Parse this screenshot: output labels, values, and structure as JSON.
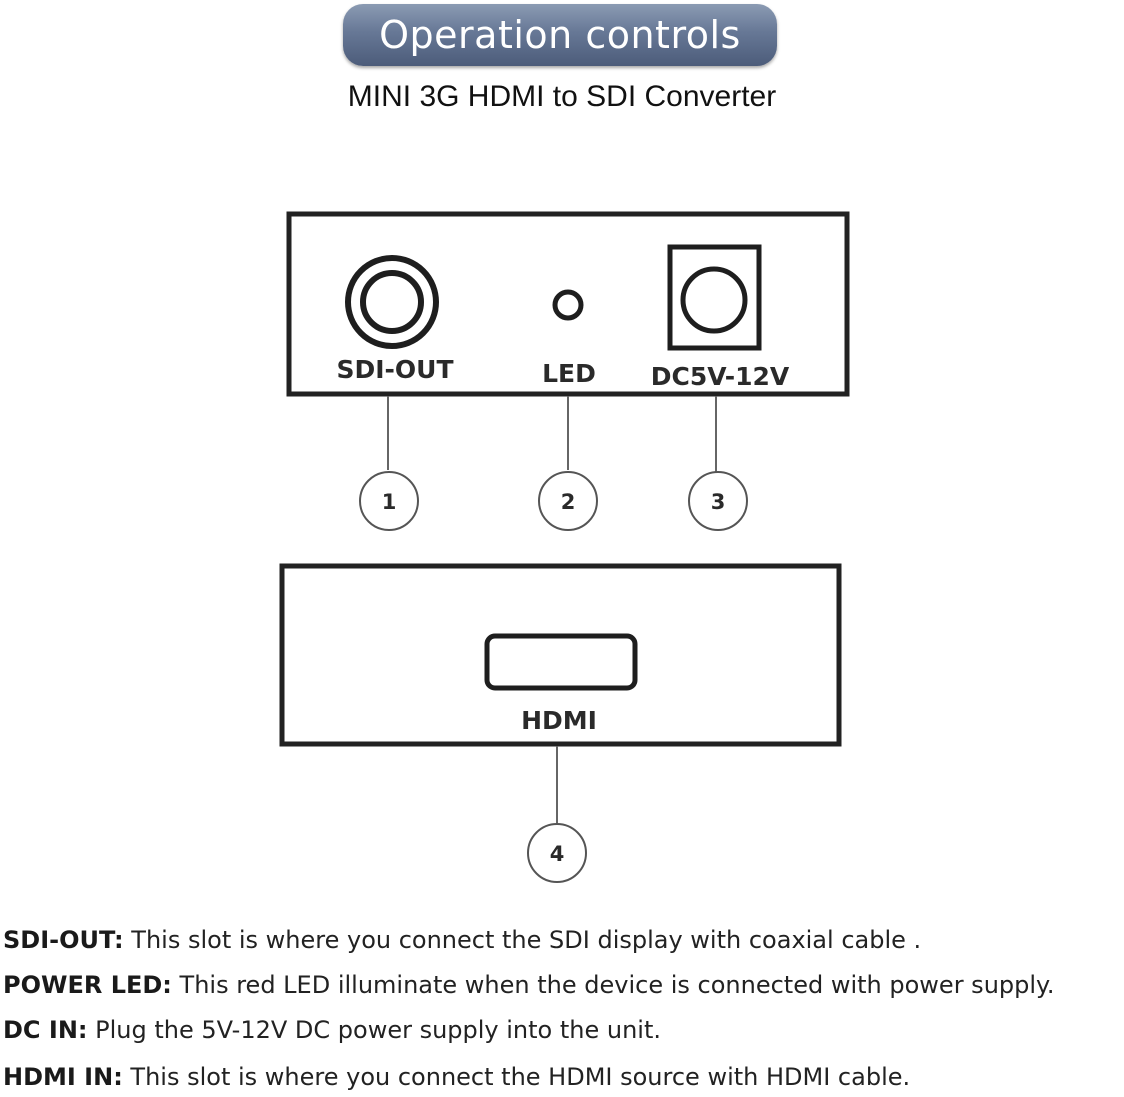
{
  "header": {
    "title": "Operation controls",
    "subtitle": "MINI 3G HDMI to SDI Converter"
  },
  "top_panel": {
    "labels": {
      "sdi": "SDI-OUT",
      "led": "LED",
      "dc": "DC5V-12V"
    },
    "callouts": [
      "1",
      "2",
      "3"
    ]
  },
  "bottom_panel": {
    "labels": {
      "hdmi": "HDMI"
    },
    "callouts": [
      "4"
    ]
  },
  "descriptions": [
    {
      "term": "SDI-OUT:",
      "text": " This slot is where you connect the SDI display with coaxial cable ."
    },
    {
      "term": "POWER LED:",
      "text": " This red LED illuminate when the device is connected with power supply."
    },
    {
      "term": "DC IN:",
      "text": " Plug the 5V-12V DC power supply into the unit."
    },
    {
      "term": "HDMI IN:",
      "text": " This slot is where you connect the HDMI source with HDMI cable."
    }
  ]
}
